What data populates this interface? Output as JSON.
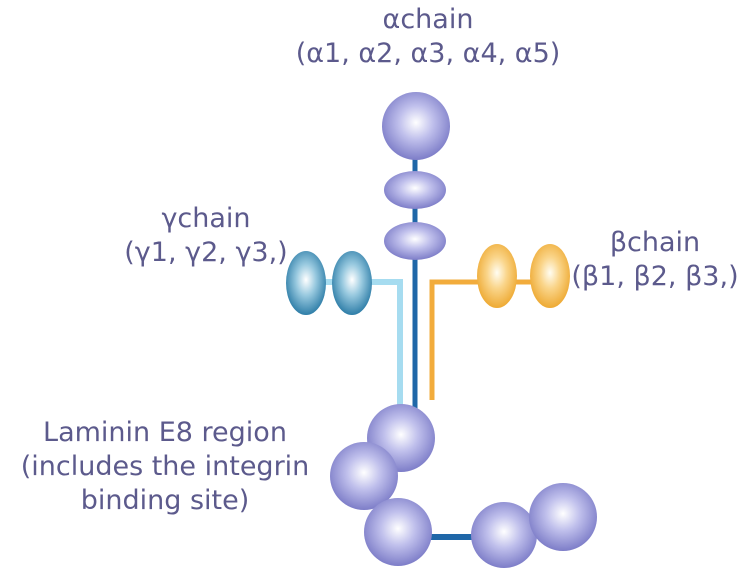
{
  "labels": {
    "alpha": {
      "line1": "αchain",
      "line2": "(α1, α2, α3, α4, α5)"
    },
    "gamma": {
      "line1": "γchain",
      "line2": "(γ1, γ2, γ3,)"
    },
    "beta": {
      "line1": "βchain",
      "line2": "(β1, β2, β3,)"
    },
    "e8": {
      "line1": "Laminin E8 region",
      "line2": "(includes the integrin",
      "line3": "binding site)"
    }
  },
  "colors": {
    "alpha_chain": "#1f67a8",
    "beta_chain": "#f2ac3c",
    "gamma_chain": "#9fd6ec",
    "alpha_domain": "#8f8fd2",
    "beta_domain": "#f4be55",
    "gamma_domain": "#3e8db4",
    "label_text": "#5c5a8c"
  }
}
